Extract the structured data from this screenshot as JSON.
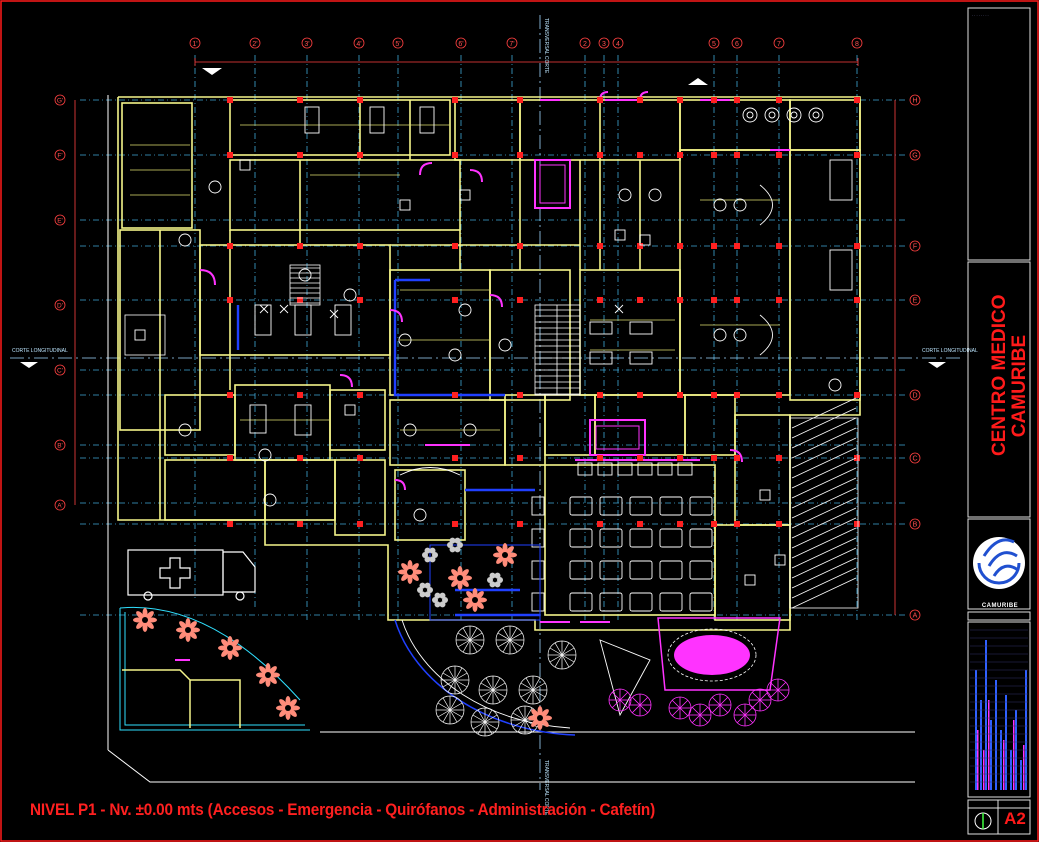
{
  "drawing": {
    "caption": "NIVEL  P1 -  Nv.  ±0.00 mts (Accesos - Emergencia - Quirófanos - Administración - Cafetín)",
    "project_title_line1": "CENTRO MEDICO",
    "project_title_line2": "CAMURIBE",
    "logo_text": "CAMURIBE",
    "sheet_number": "A2",
    "top_axis_labels": [
      "1'",
      "2'",
      "3'",
      "4'",
      "5'",
      "6'",
      "7'",
      "1",
      "2",
      "3",
      "4",
      "5",
      "6",
      "7",
      "8"
    ],
    "right_axis_labels": [
      "H",
      "G",
      "F",
      "E",
      "D",
      "C",
      "B",
      "A"
    ],
    "left_axis_labels": [
      "G'",
      "F'",
      "E'",
      "D'",
      "C'",
      "B'",
      "A'"
    ],
    "section_labels": {
      "left": "CORTE LONGITUDINAL",
      "right": "CORTE LONGITUDINAL",
      "top": "TRANSVERSAL CORTE",
      "bottom": "TRANSVERSAL CORTE"
    }
  },
  "colors": {
    "background": "#000000",
    "walls": "#f5f58a",
    "grid": "#3fa8d8",
    "magenta": "#ff33ff",
    "red": "#ff1a1a",
    "white": "#ffffff",
    "blue": "#2040ff",
    "salmon": "#ff8c7a",
    "cyan": "#30e0ff"
  }
}
